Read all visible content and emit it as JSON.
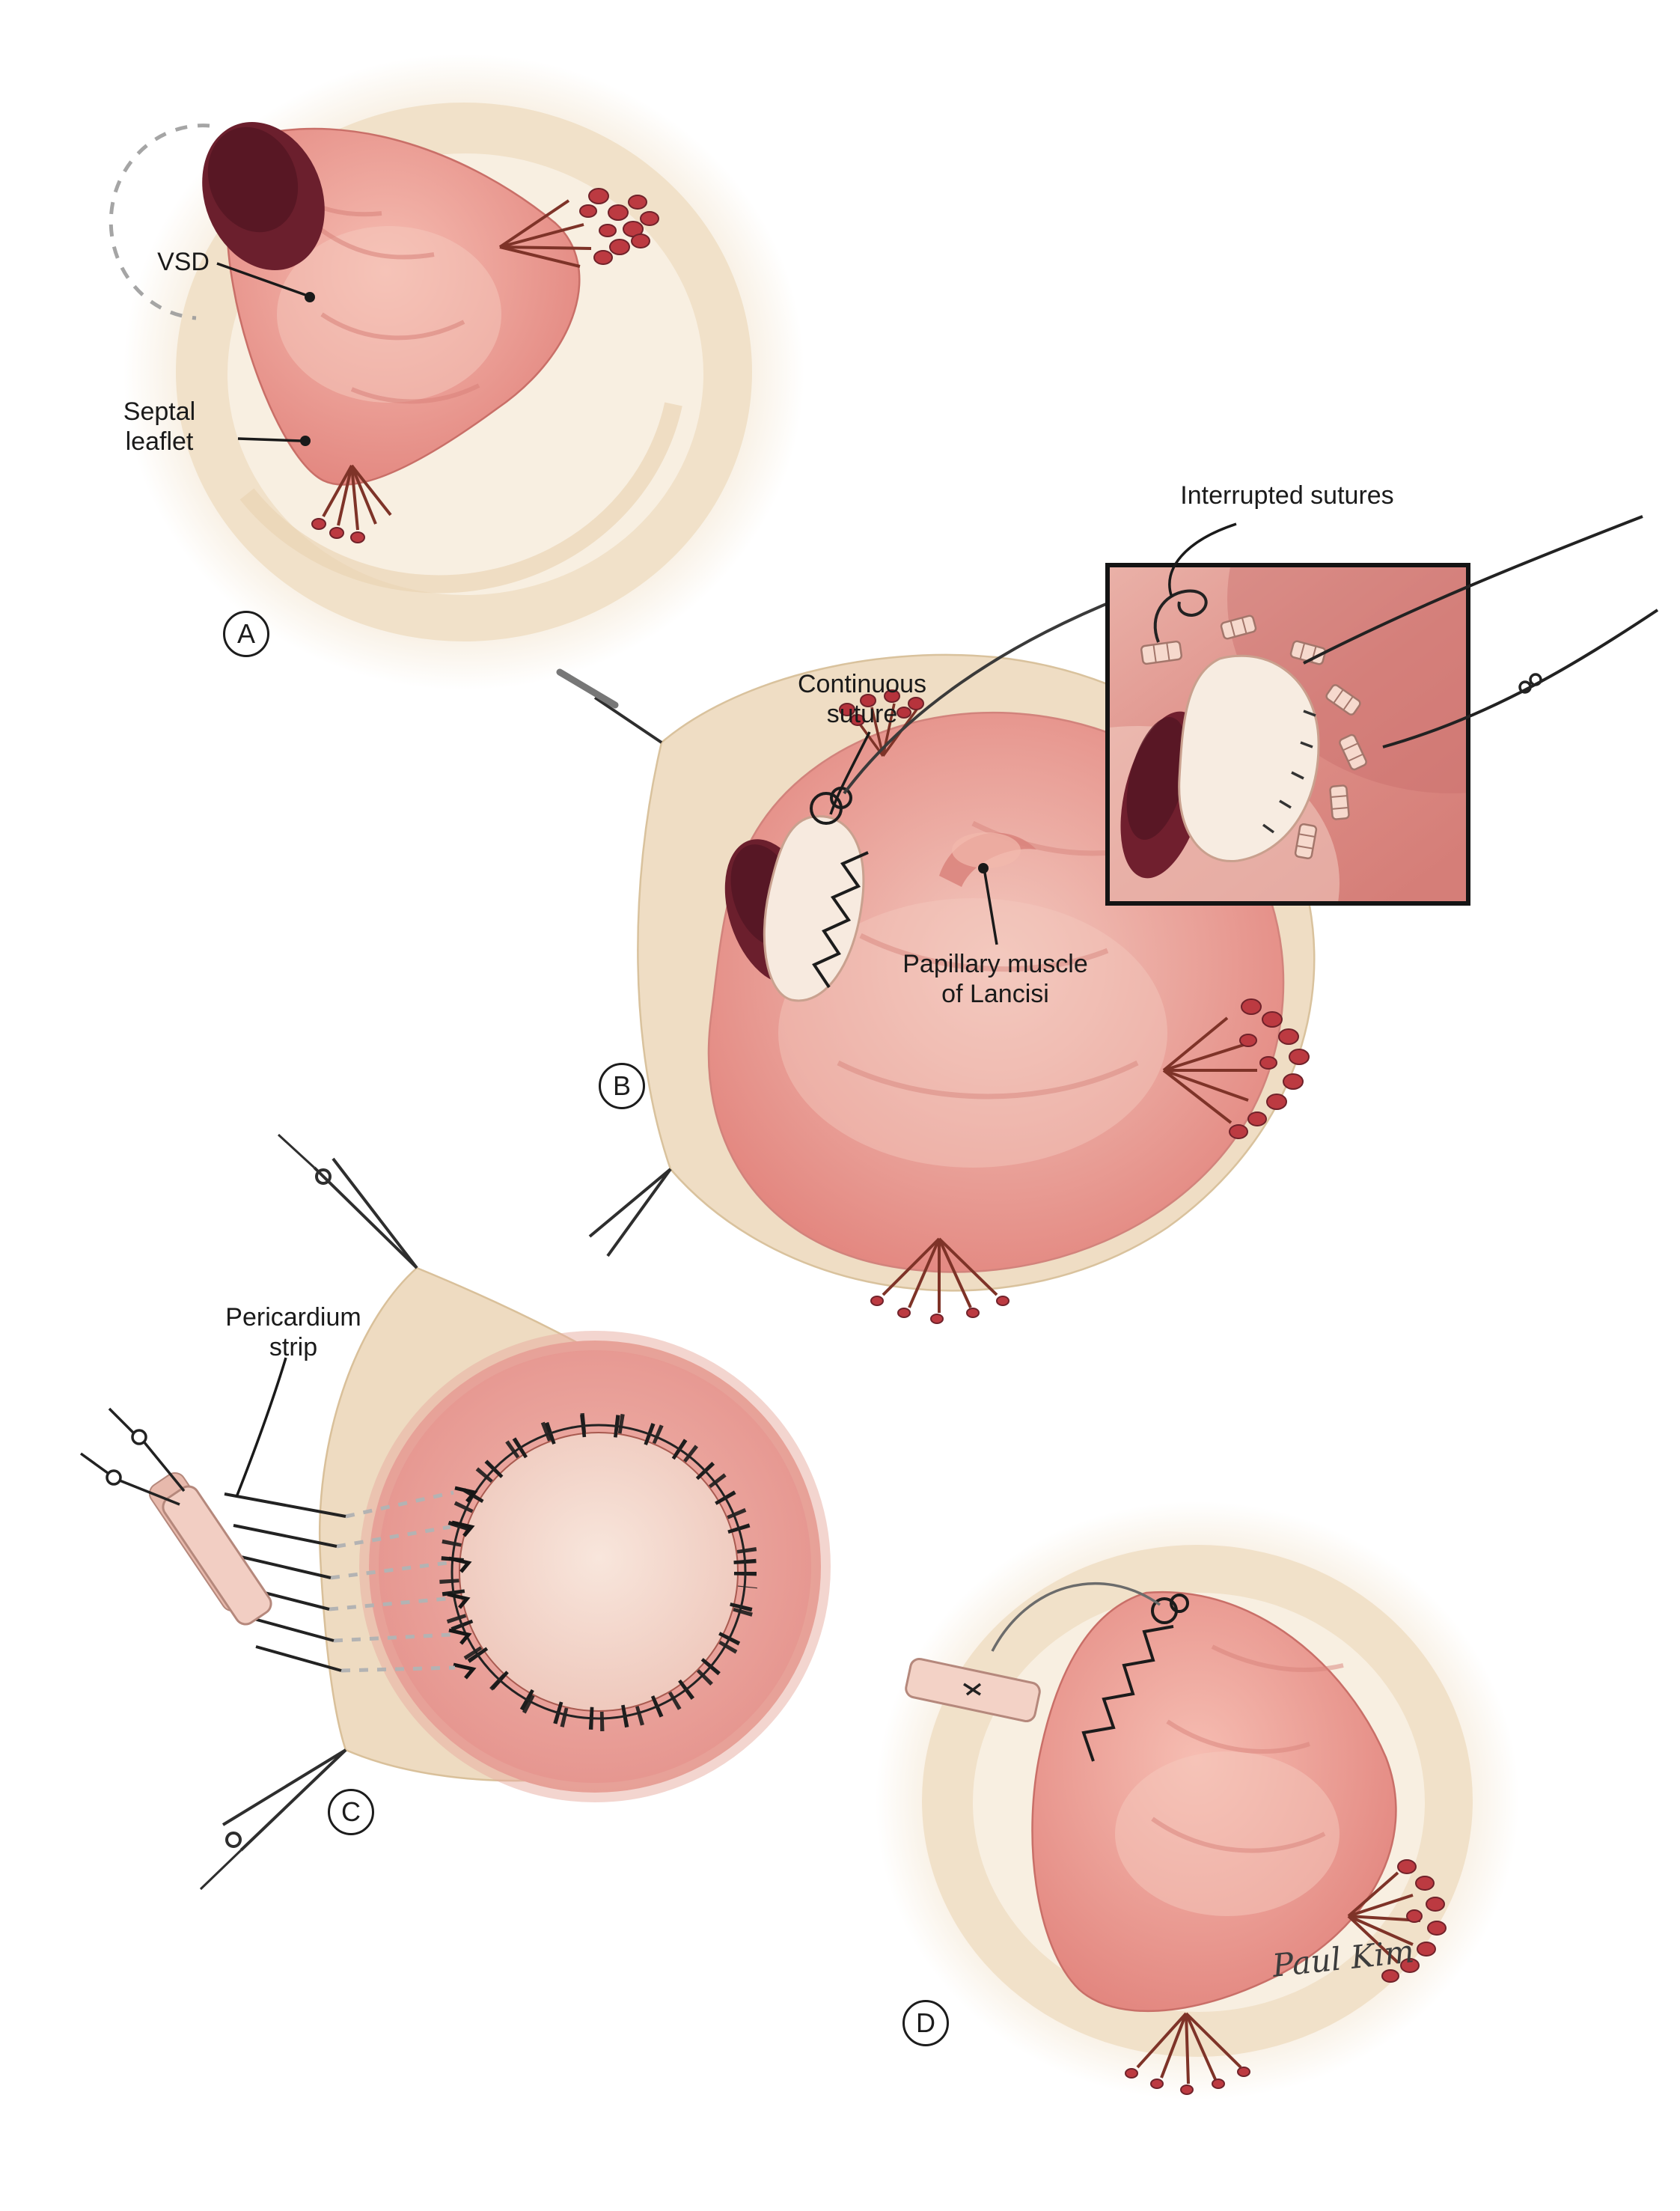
{
  "figure": {
    "signature": "Paul Kim",
    "type": "surgical illustration, VSD repair steps"
  },
  "panels": [
    {
      "letter": "A",
      "labels": {
        "vsd": "VSD",
        "septal_leaflet": "Septal\nleaflet"
      }
    },
    {
      "letter": "B",
      "labels": {
        "continuous_suture": "Continuous\nsuture",
        "papillary_muscle": "Papillary muscle\nof Lancisi",
        "interrupted_sutures": "Interrupted sutures"
      }
    },
    {
      "letter": "C",
      "labels": {
        "pericardium_strip": "Pericardium\nstrip"
      }
    },
    {
      "letter": "D",
      "labels": {}
    }
  ],
  "colors": {
    "annulus_cream": "#f1e1c9",
    "tissue_pink": "#e78f88",
    "vsd_dark": "#6b1f2d",
    "pledget_pink": "#f6d9cd",
    "suture_black": "#1c1c1c",
    "berry_red": "#bc3a41"
  }
}
